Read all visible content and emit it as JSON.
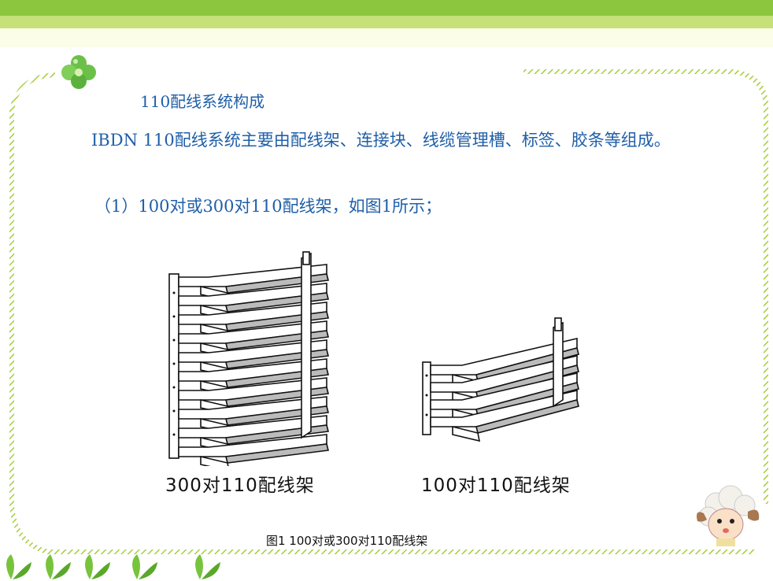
{
  "slide": {
    "title": "110配线系统构成",
    "paragraph": "IBDN 110配线系统主要由配线架、连接块、线缆管理槽、标签、胶条等组成。",
    "item1": "（1）100对或300对110配线架，如图1所示；"
  },
  "figure": {
    "label_300": "300对110配线架",
    "label_100": "100对110配线架",
    "caption": "图1 100对或300对110配线架"
  },
  "colors": {
    "band_green": "#8cc63f",
    "band_light": "#c6e07a",
    "text_blue": "#1f5fa8",
    "frame_green": "#a9cc3e"
  },
  "icons": [
    "clover-icon",
    "sheep-mascot-icon",
    "leaf-icon"
  ]
}
